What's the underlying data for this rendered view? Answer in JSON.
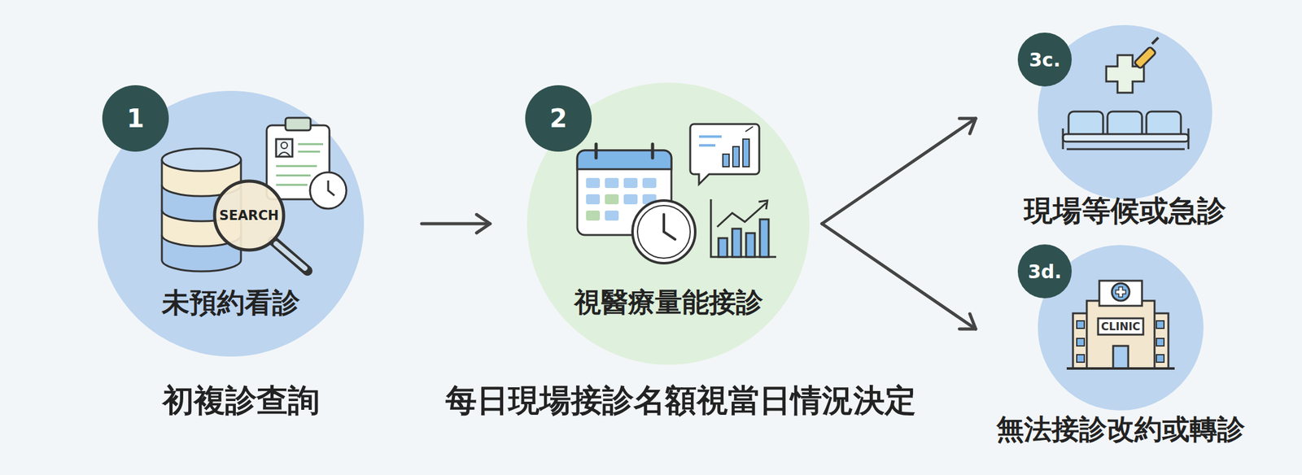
{
  "diagram": {
    "nodes": [
      {
        "text": [
          "未預約看診"
        ]
      },
      {
        "text": [
          "視醫療量能接診"
        ]
      },
      {
        "text": [
          "現場等候或急診"
        ]
      },
      {
        "text": [
          "無法接診改約或轉診"
        ]
      }
    ],
    "edges": [
      {
        "from": 0,
        "to": 1,
        "arrow": "to"
      },
      {
        "from": 1,
        "to": 2,
        "arrow": "to"
      },
      {
        "from": 1,
        "to": 3,
        "arrow": "to"
      }
    ],
    "labels": [
      "1",
      "SEARCH",
      "初複診查詢",
      "2",
      "每日現場接診名額視當日情況決定",
      "3c.",
      "3d.",
      "CLINIC"
    ]
  }
}
